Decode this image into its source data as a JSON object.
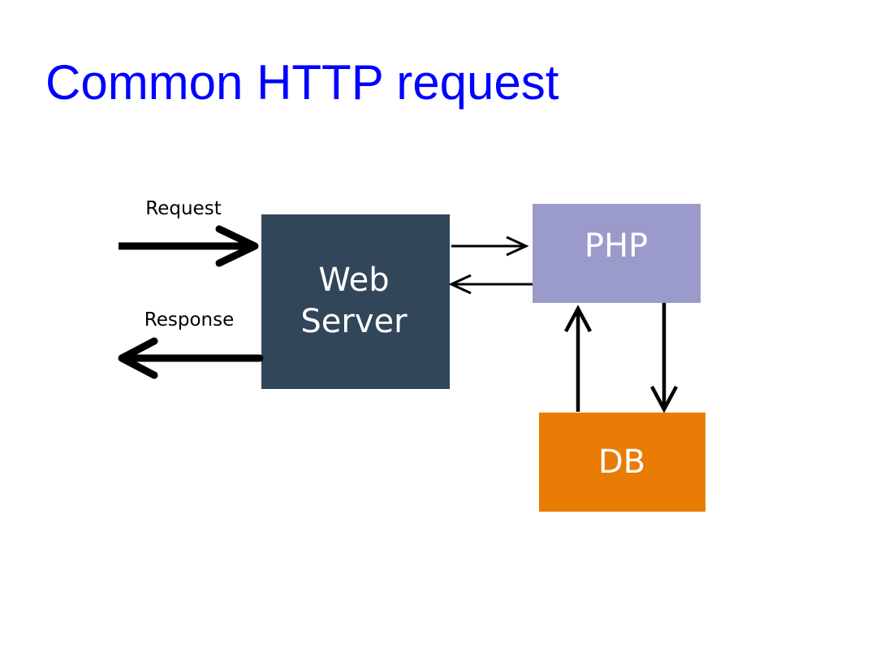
{
  "slide": {
    "title": "Common HTTP request"
  },
  "diagram": {
    "nodes": {
      "web_server": {
        "line1": "Web",
        "line2": "Server",
        "color": "#314659"
      },
      "php": {
        "label": "PHP",
        "color": "#9b9bcb"
      },
      "db": {
        "label": "DB",
        "color": "#e87c04"
      }
    },
    "edges": {
      "request": {
        "label": "Request"
      },
      "response": {
        "label": "Response"
      }
    },
    "colors": {
      "title": "#0000ff",
      "arrows": "#000000",
      "node_text": "#ffffff"
    }
  }
}
